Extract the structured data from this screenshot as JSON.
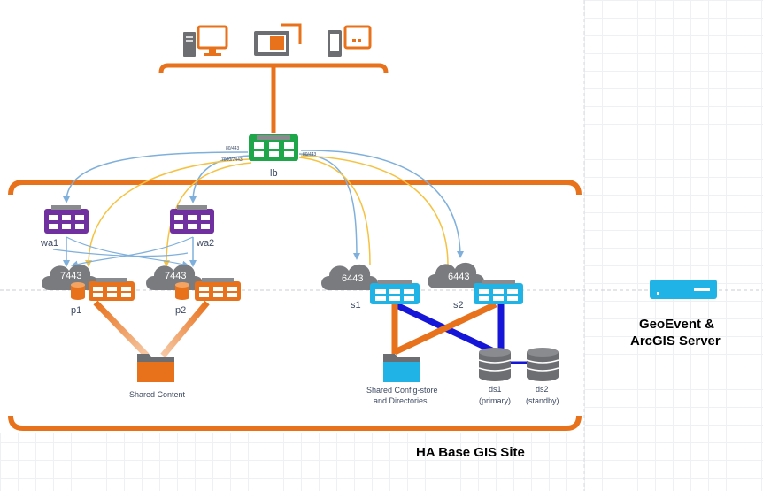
{
  "labels": {
    "lb": "lb",
    "lb_port_a": "80/443",
    "lb_port_b": "7080/7443",
    "lb_port_c": "80/443",
    "wa1": "wa1",
    "wa2": "wa2",
    "p1_port": "7443",
    "p2_port": "7443",
    "p1": "p1",
    "p2": "p2",
    "s1_port": "6443",
    "s2_port": "6443",
    "s1": "s1",
    "s2": "s2",
    "shared_content": "Shared Content",
    "shared_config_1": "Shared Config-store",
    "shared_config_2": "and Directories",
    "ds1": "ds1",
    "ds1_role": "(primary)",
    "ds2": "ds2",
    "ds2_role": "(standby)",
    "geoevent_1": "GeoEvent &",
    "geoevent_2": "ArcGIS Server",
    "site_title": "HA Base GIS Site"
  },
  "icons": {
    "clients": [
      "desktop-computer-icon",
      "tablet-icon",
      "mobile-phone-icon"
    ],
    "servers": "server-appliance-icon",
    "cloud": "cloud-icon",
    "database": "database-icon",
    "folder": "folder-icon"
  },
  "colors": {
    "orange": "#e8711b",
    "grey": "#6d6e71",
    "green": "#1fa64a",
    "purple": "#7030a0",
    "cyan": "#1fb4e5",
    "blue_link": "#1616d9",
    "arrow_blue": "#7fb0dc",
    "arrow_yellow": "#f5c242"
  }
}
